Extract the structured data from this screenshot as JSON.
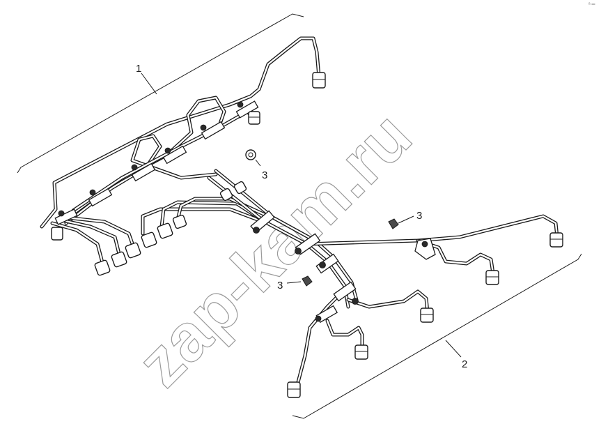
{
  "callouts": {
    "item_1": "1",
    "item_2": "2",
    "item_3a": "3",
    "item_3b": "3",
    "item_3c": "3"
  },
  "watermark": "zap-kam.ru",
  "corner_mark": "ᵃ ═"
}
